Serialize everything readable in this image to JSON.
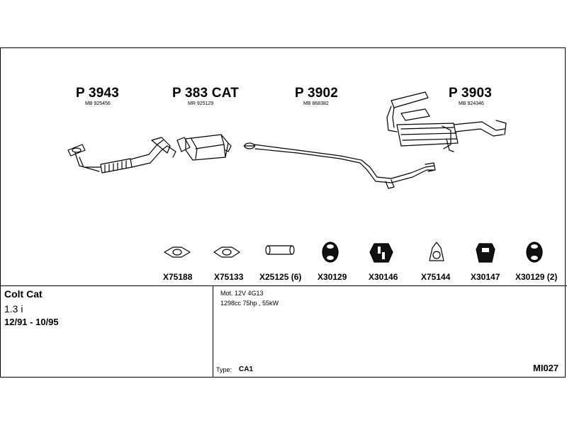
{
  "parts": [
    {
      "code": "P 3943",
      "ref": "MB 925456"
    },
    {
      "code": "P 383 CAT",
      "ref": "MR 925129"
    },
    {
      "code": "P 3902",
      "ref": "MB 868382"
    },
    {
      "code": "P 3903",
      "ref": "MB 924346"
    }
  ],
  "accessories": [
    {
      "code": "X75188",
      "icon": "oval-gasket-icon"
    },
    {
      "code": "X75133",
      "icon": "oval-gasket-icon"
    },
    {
      "code": "X25125 (6)",
      "icon": "tube-icon"
    },
    {
      "code": "X30129",
      "icon": "rubber-ring-icon"
    },
    {
      "code": "X30146",
      "icon": "rubber-hanger-icon"
    },
    {
      "code": "X75144",
      "icon": "triangle-gasket-icon"
    },
    {
      "code": "X30147",
      "icon": "rubber-mount-icon"
    },
    {
      "code": "X30129 (2)",
      "icon": "rubber-ring-icon"
    }
  ],
  "vehicle": {
    "name": "Colt Cat",
    "engine": "1.3 i",
    "years": "12/91 - 10/95"
  },
  "specs": {
    "motor": "Mot. 12V 4G13",
    "power": "1298cc 75hp , 55kW",
    "type_label": "Type:",
    "type_value": "CA1",
    "catalog_code": "MI027"
  }
}
